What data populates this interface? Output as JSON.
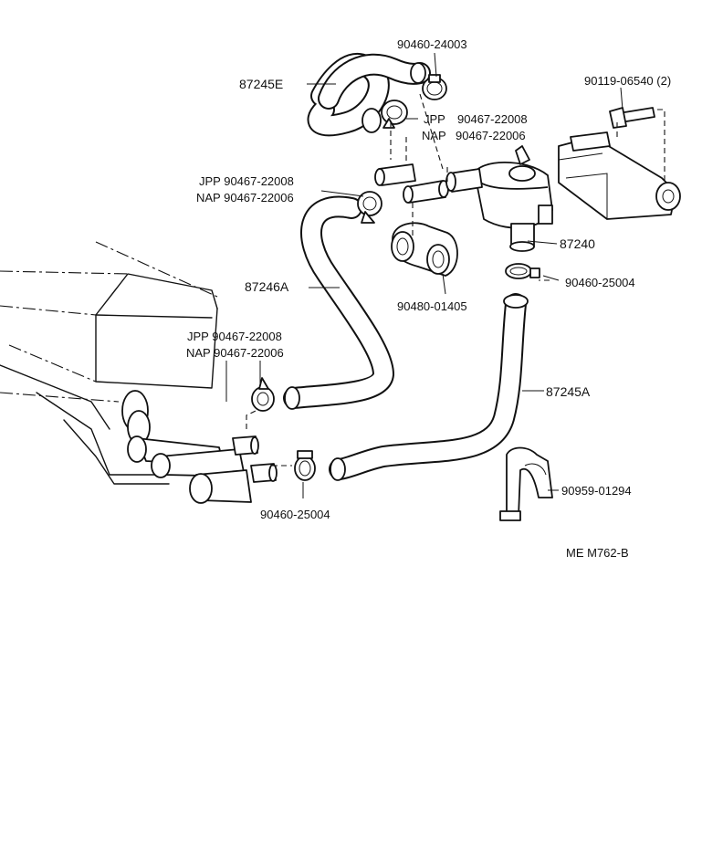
{
  "diagram": {
    "labels": {
      "hose_87245e": "87245E",
      "clamp_90460_24003": "90460-24003",
      "bolt_90119_06540": "90119-06540 (2)",
      "jpp_a_tag": "JPP",
      "jpp_a_num": "90467-22008",
      "nap_a_tag": "NAP",
      "nap_a_num": "90467-22006",
      "jpp_b": "JPP   90467-22008",
      "nap_b": "NAP 90467-22006",
      "valve_87240": "87240",
      "hose_87246a": "87246A",
      "clamp_90460_25004_right": "90460-25004",
      "grommet_90480_01405": "90480-01405",
      "jpp_c": "JPP   90467-22008",
      "nap_c": "NAP  90467-22006",
      "hose_87245a": "87245A",
      "clip_90959_01294": "90959-01294",
      "clamp_90460_25004_bottom": "90460-25004",
      "footer_code": "ME  M762-B"
    }
  }
}
